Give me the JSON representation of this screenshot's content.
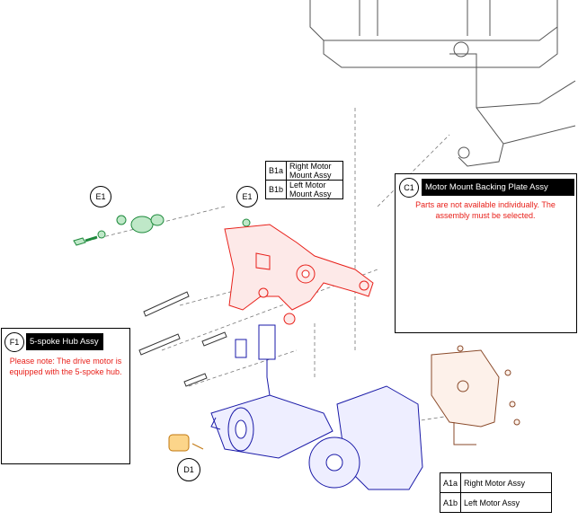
{
  "diagram": {
    "motor_mount": {
      "rows": [
        {
          "code": "B1a",
          "desc": "Right Motor Mount Assy"
        },
        {
          "code": "B1b",
          "desc": "Left Motor Mount Assy"
        }
      ]
    },
    "backing_plate": {
      "code": "C1",
      "title": "Motor Mount Backing Plate Assy",
      "note": "Parts are not available individually. The assembly must be selected."
    },
    "hub": {
      "code": "F1",
      "title": "5-spoke Hub Assy",
      "note": "Please note: The drive motor is equipped with the 5-spoke hub."
    },
    "motor": {
      "rows": [
        {
          "code": "A1a",
          "desc": "Right Motor Assy"
        },
        {
          "code": "A1b",
          "desc": "Left Motor Assy"
        }
      ]
    },
    "callouts": {
      "e1_left": "E1",
      "e1_right": "E1",
      "d1": "D1"
    },
    "colors": {
      "mount": "#e8201a",
      "motor": "#1a1aa8",
      "hardware": "#22a84a",
      "clamp": "#f0a020",
      "plate": "#8a4a2a",
      "note_text": "#e8201a"
    }
  }
}
